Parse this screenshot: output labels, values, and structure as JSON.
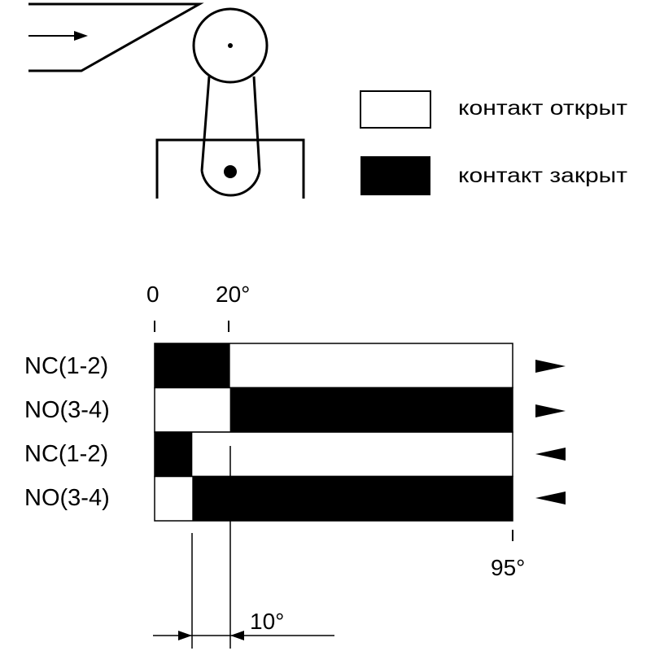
{
  "legend": {
    "open_label": "контакт открыт",
    "closed_label": "контакт закрыт"
  },
  "colors": {
    "closed": "#000000",
    "open": "#ffffff",
    "line": "#000000"
  },
  "scale": {
    "start_label": "0",
    "mid_label": "20°",
    "end_label": "95°",
    "max_deg": 95
  },
  "hysteresis_label": "10°",
  "rows": [
    {
      "label": "NC(1-2)",
      "direction": "forward",
      "closed": [
        [
          0,
          20
        ]
      ]
    },
    {
      "label": "NO(3-4)",
      "direction": "forward",
      "closed": [
        [
          20,
          95
        ]
      ]
    },
    {
      "label": "NC(1-2)",
      "direction": "return",
      "closed": [
        [
          0,
          10
        ]
      ]
    },
    {
      "label": "NO(3-4)",
      "direction": "return",
      "closed": [
        [
          10,
          95
        ]
      ]
    }
  ]
}
